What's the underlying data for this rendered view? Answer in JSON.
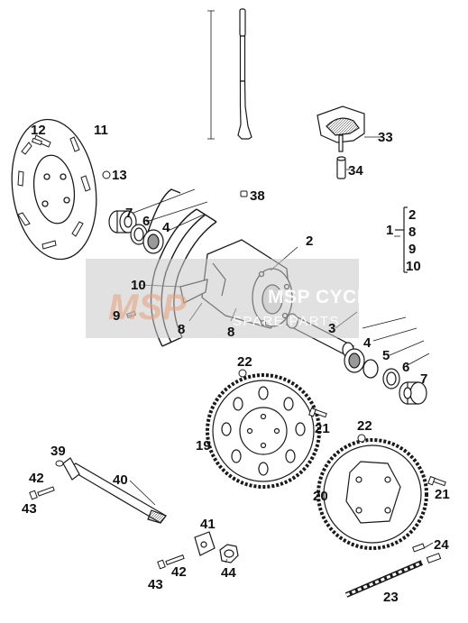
{
  "watermark": {
    "brand": "MSP CYCLE",
    "sub": "SPARE PARTS"
  },
  "callouts": {
    "c1": "1",
    "c2": "2",
    "c3": "3",
    "c4": "4",
    "c5": "5",
    "c6": "6",
    "c7": "7",
    "c8": "8",
    "c9": "9",
    "c10": "10",
    "c11": "11",
    "c12": "12",
    "c13": "13",
    "c19": "19",
    "c20": "20",
    "c21": "21",
    "c22": "22",
    "c23": "23",
    "c24": "24",
    "c33": "33",
    "c34": "34",
    "c38": "38",
    "c39": "39",
    "c40": "40",
    "c41": "41",
    "c42": "42",
    "c43": "43",
    "c44": "44"
  },
  "group_bracket": {
    "items": [
      "2",
      "8",
      "9",
      "10"
    ]
  },
  "colors": {
    "line": "#1a1a1a",
    "part_fill": "#ffffff",
    "shade": "#bdbdbd",
    "watermark_accent": "#e8a07a"
  }
}
